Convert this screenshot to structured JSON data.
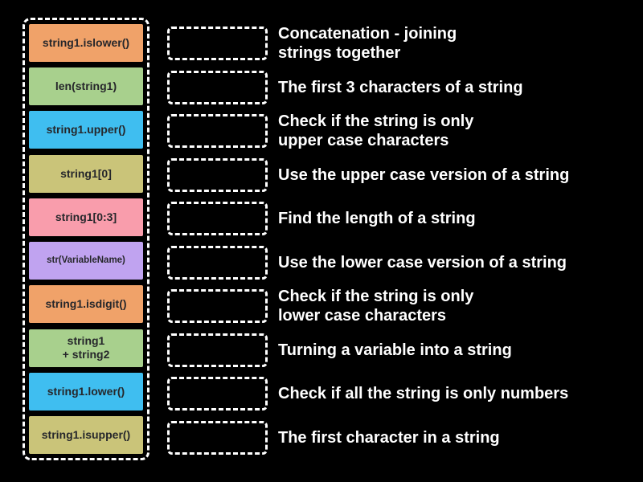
{
  "colors": {
    "background": "#000000",
    "dashed_border": "#ffffff",
    "tile_text": "#26272b",
    "definition_text": "#ffffff"
  },
  "tiles": [
    {
      "label": "string1.islower()",
      "color": "#f0a269"
    },
    {
      "label": "len(string1)",
      "color": "#a8d08d"
    },
    {
      "label": "string1.upper()",
      "color": "#3fbef0"
    },
    {
      "label": "string1[0]",
      "color": "#cac479"
    },
    {
      "label": "string1[0:3]",
      "color": "#f99dac"
    },
    {
      "label": "str(VariableName)",
      "color": "#c0a3f0"
    },
    {
      "label": "string1.isdigit()",
      "color": "#f0a269"
    },
    {
      "label": "string1\n+ string2",
      "color": "#a8d08d"
    },
    {
      "label": "string1.lower()",
      "color": "#3fbef0"
    },
    {
      "label": "string1.isupper()",
      "color": "#cac479"
    }
  ],
  "definitions": [
    "Concatenation - joining\nstrings together",
    "The first 3 characters of a string",
    "Check if the string is only\nupper case characters",
    "Use the upper case version of a string",
    "Find the length of a string",
    "Use the lower case version of a string",
    "Check if the string is only\nlower case characters",
    "Turning a variable into a string",
    "Check if all the string is only numbers",
    "The first character in a string"
  ]
}
